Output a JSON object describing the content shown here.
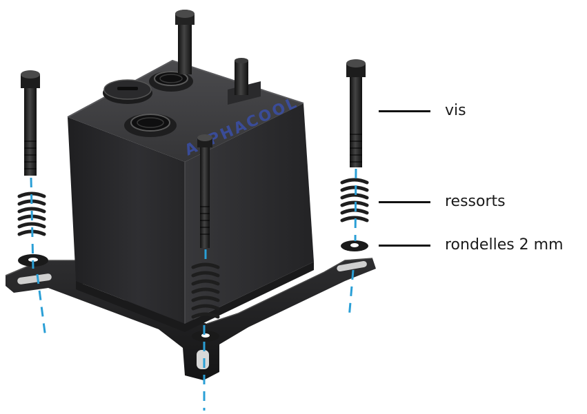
{
  "callouts": {
    "screw": "vis",
    "springs": "ressorts",
    "washers": "rondelles 2 mm"
  },
  "product": {
    "logo_text": "ALPHACOOL"
  },
  "colors": {
    "guide_line": "#2a9fd6",
    "block_body": "#2c2c2e",
    "logo": "#3a4fa8"
  },
  "icons": [
    "screw-icon",
    "spring-icon",
    "washer-icon",
    "mounting-plate-icon",
    "fitting-port-icon"
  ]
}
